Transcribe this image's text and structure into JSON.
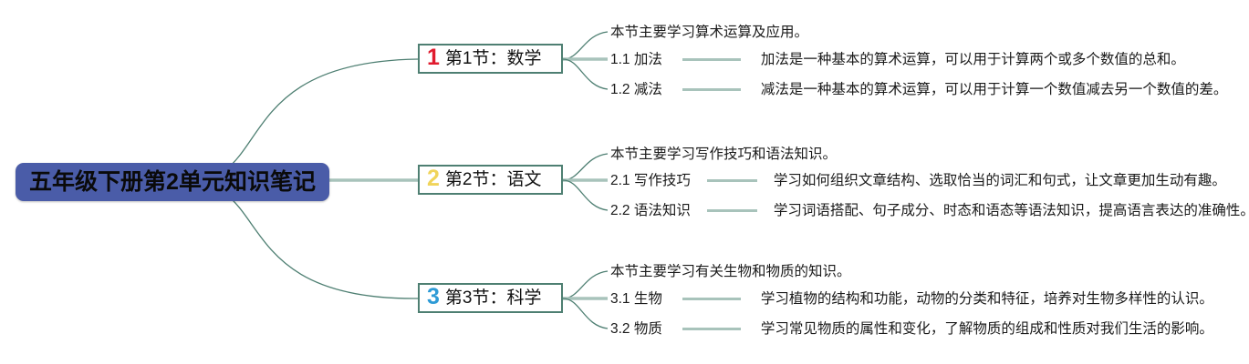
{
  "root": {
    "label": "五年级下册第2单元知识笔记",
    "fill": "#4A5CA8",
    "text_color": "#0a0a0a"
  },
  "theme": {
    "node_border": "#4E7F72",
    "curve_color": "#4E7F72",
    "trunk_color": "#A8C3BB",
    "dash_color": "#A8C3BB",
    "text_color": "#1a1a1a",
    "background": "#ffffff"
  },
  "branches": [
    {
      "number": "1",
      "number_color": "#E01B2E",
      "title": "第1节：数学",
      "summary": "本节主要学习算术运算及应用。",
      "items": [
        {
          "key": "1.1 加法",
          "desc": "加法是一种基本的算术运算，可以用于计算两个或多个数值的总和。"
        },
        {
          "key": "1.2 减法",
          "desc": "减法是一种基本的算术运算，可以用于计算一个数值减去另一个数值的差。"
        }
      ]
    },
    {
      "number": "2",
      "number_color": "#F0D45A",
      "title": "第2节：语文",
      "summary": "本节主要学习写作技巧和语法知识。",
      "items": [
        {
          "key": "2.1 写作技巧",
          "desc": "学习如何组织文章结构、选取恰当的词汇和句式，让文章更加生动有趣。"
        },
        {
          "key": "2.2 语法知识",
          "desc": "学习词语搭配、句子成分、时态和语态等语法知识，提高语言表达的准确性。"
        }
      ]
    },
    {
      "number": "3",
      "number_color": "#2E9BD6",
      "title": "第3节：科学",
      "summary": "本节主要学习有关生物和物质的知识。",
      "items": [
        {
          "key": "3.1 生物",
          "desc": "学习植物的结构和功能，动物的分类和特征，培养对生物多样性的认识。"
        },
        {
          "key": "3.2 物质",
          "desc": "学习常见物质的属性和变化，了解物质的组成和性质对我们生活的影响。"
        }
      ]
    }
  ]
}
